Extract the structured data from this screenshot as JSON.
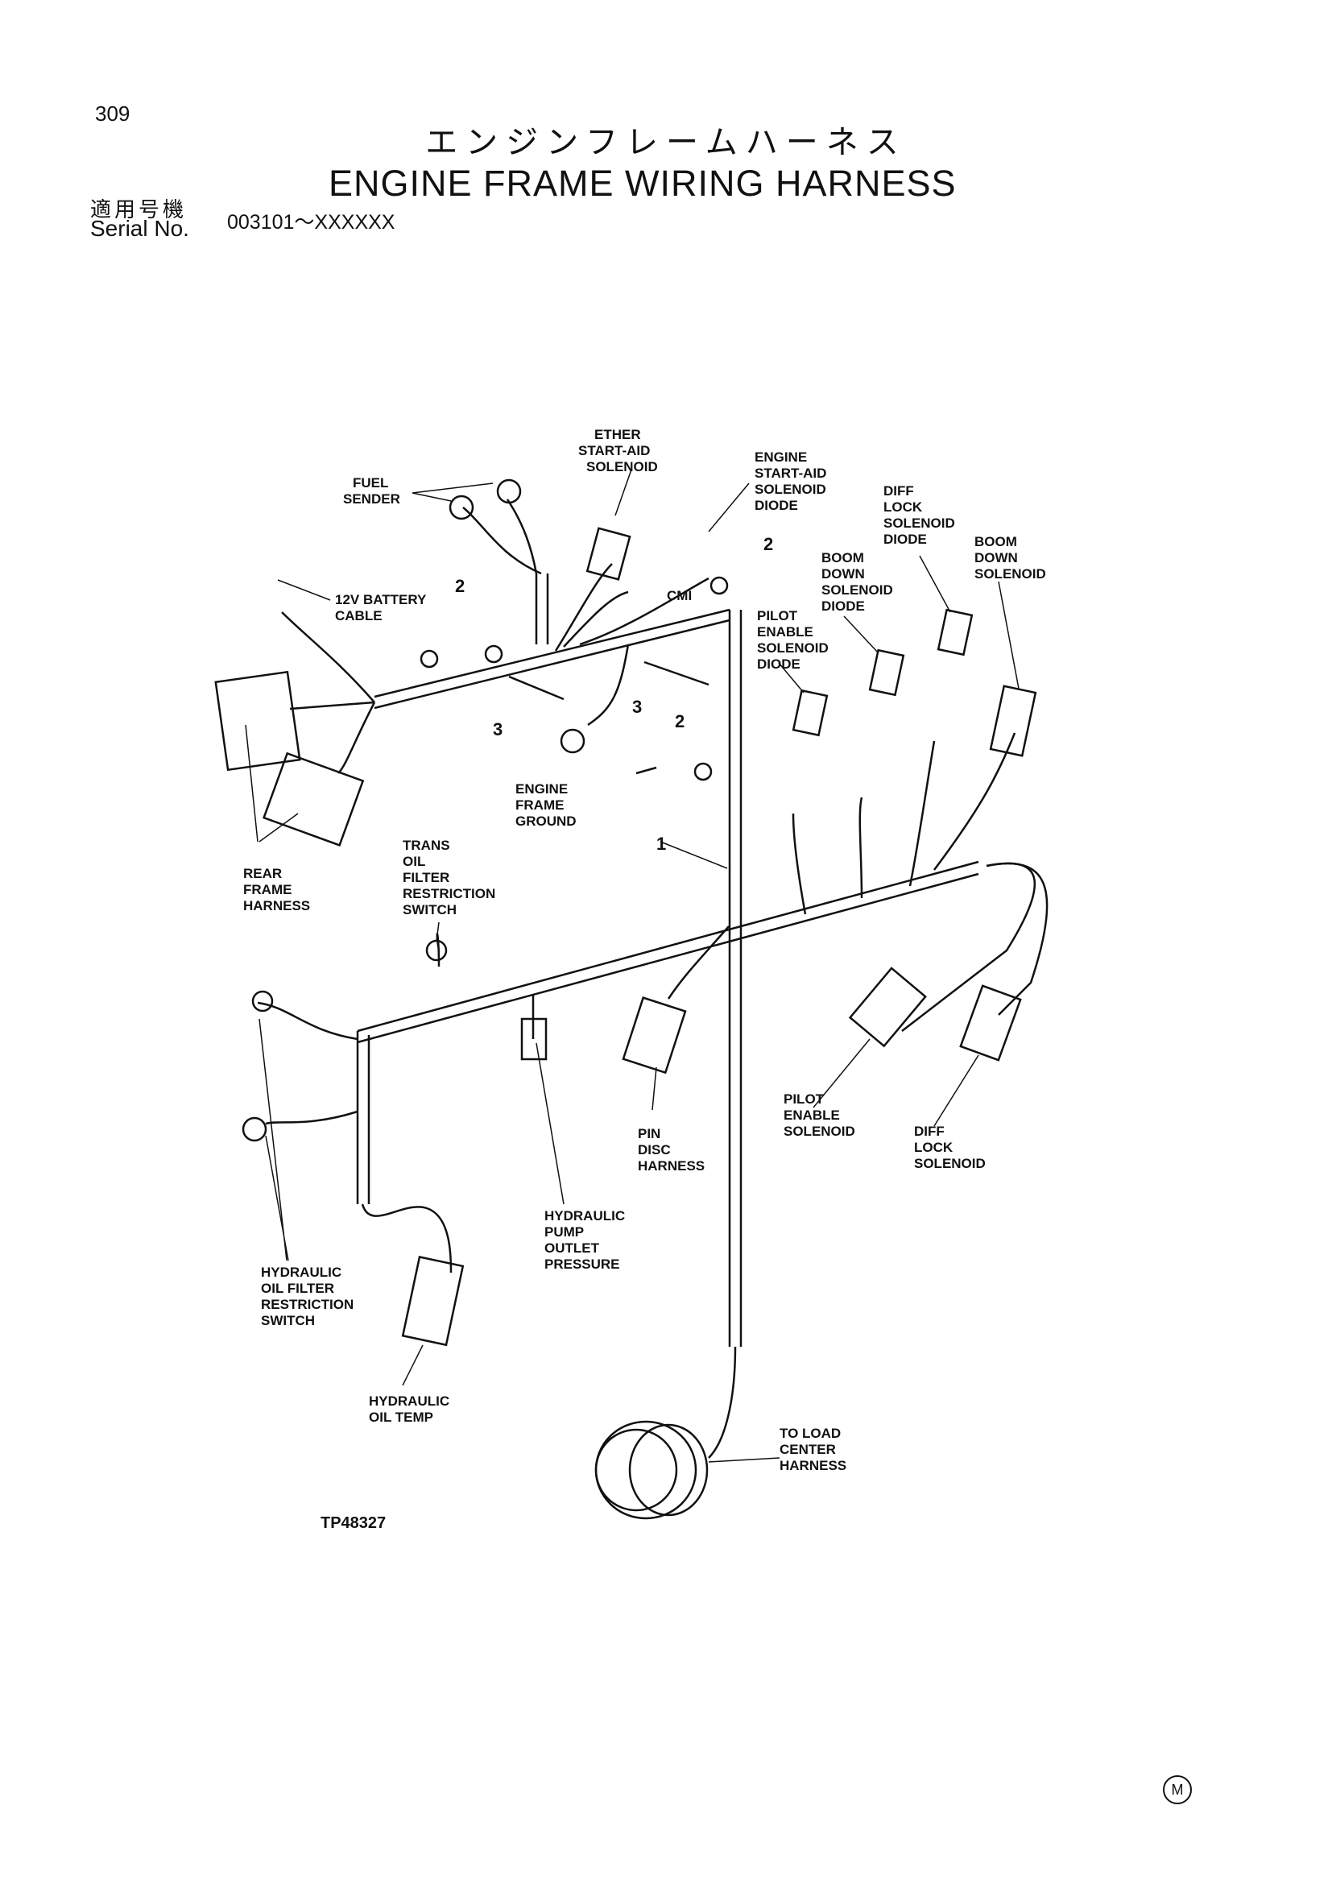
{
  "page_number": "309",
  "title_jp": "エンジンフレームハーネス",
  "title_en": "ENGINE FRAME WIRING HARNESS",
  "serial_label_jp": "適用号機",
  "serial_label_en": "Serial No.",
  "serial_range": "003101～XXXXXX",
  "drawing_code": "TP48327",
  "corner_mark": "M",
  "labels": {
    "ether": [
      "ETHER",
      "START-AID",
      "SOLENOID"
    ],
    "engine_diode": [
      "ENGINE",
      "START-AID",
      "SOLENOID",
      "DIODE"
    ],
    "fuel_sender": [
      "FUEL",
      "SENDER"
    ],
    "diff_lock_diode": [
      "DIFF",
      "LOCK",
      "SOLENOID",
      "DIODE"
    ],
    "boom_down_solenoid": [
      "BOOM",
      "DOWN",
      "SOLENOID"
    ],
    "boom_down_diode": [
      "BOOM",
      "DOWN",
      "SOLENOID",
      "DIODE"
    ],
    "battery_cable": [
      "12V BATTERY",
      "CABLE"
    ],
    "cmi": "CMI",
    "pilot_diode": [
      "PILOT",
      "ENABLE",
      "SOLENOID",
      "DIODE"
    ],
    "engine_ground": [
      "ENGINE",
      "FRAME",
      "GROUND"
    ],
    "trans_switch": [
      "TRANS",
      "OIL",
      "FILTER",
      "RESTRICTION",
      "SWITCH"
    ],
    "rear_harness": [
      "REAR",
      "FRAME",
      "HARNESS"
    ],
    "pin_disc": [
      "PIN",
      "DISC",
      "HARNESS"
    ],
    "pilot_solenoid": [
      "PILOT",
      "ENABLE",
      "SOLENOID"
    ],
    "diff_lock_solenoid": [
      "DIFF",
      "LOCK",
      "SOLENOID"
    ],
    "pump_pressure": [
      "HYDRAULIC",
      "PUMP",
      "OUTLET",
      "PRESSURE"
    ],
    "hyd_filter_switch": [
      "HYDRAULIC",
      "OIL FILTER",
      "RESTRICTION",
      "SWITCH"
    ],
    "hyd_temp": [
      "HYDRAULIC",
      "OIL TEMP"
    ],
    "load_center": [
      "TO LOAD",
      "CENTER",
      "HARNESS"
    ]
  },
  "callouts": {
    "item_1": "1",
    "item_2": "2",
    "item_3": "3"
  }
}
